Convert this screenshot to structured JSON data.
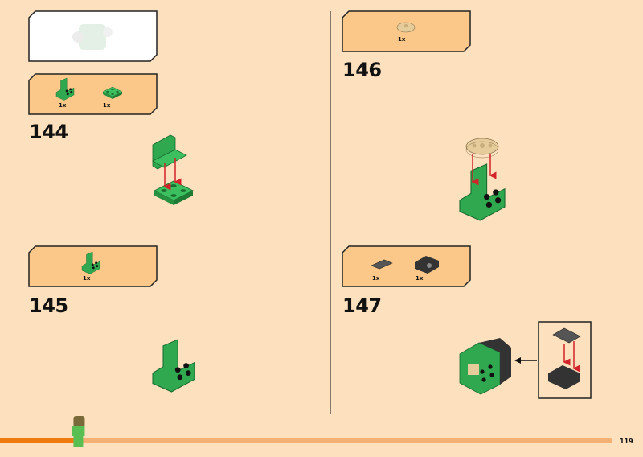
{
  "page_number": "119",
  "progress": {
    "fraction": 0.12
  },
  "colors": {
    "background": "#fde0bd",
    "parts_box": "#fcc88a",
    "bright_green": "#2fa84f",
    "tan": "#e5cc9a",
    "dark_gray": "#333333",
    "arrow_red": "#d2232a",
    "progress_dark": "#ee7a10",
    "progress_light": "#f5b073"
  },
  "steps": [
    {
      "number": "144",
      "parts": [
        {
          "name": "green-bracket",
          "qty": "1x"
        },
        {
          "name": "green-plate-2x2",
          "qty": "1x"
        }
      ]
    },
    {
      "number": "145",
      "parts": [
        {
          "name": "green-bracket",
          "qty": "1x"
        }
      ]
    },
    {
      "number": "146",
      "parts": [
        {
          "name": "tan-round-plate",
          "qty": "1x"
        }
      ]
    },
    {
      "number": "147",
      "parts": [
        {
          "name": "gray-tile-grille",
          "qty": "1x"
        },
        {
          "name": "black-technic-brick",
          "qty": "1x"
        }
      ]
    }
  ]
}
